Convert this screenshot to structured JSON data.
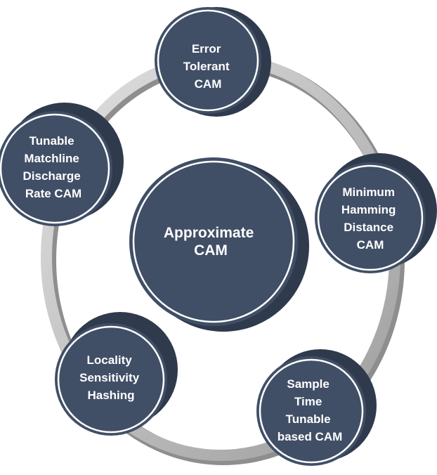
{
  "colors": {
    "node_fill": "#404f66",
    "node_shadow": "#2f3a4d",
    "node_ring": "#ffffff",
    "ring_light": "#d9d9d9",
    "ring_dark": "#9a9a9a",
    "text": "#ffffff"
  },
  "center": {
    "lines": [
      "Approximate",
      "CAM"
    ]
  },
  "nodes": [
    {
      "id": "error-tolerant-cam",
      "lines": [
        "Error",
        "Tolerant",
        "CAM"
      ]
    },
    {
      "id": "minimum-hamming-distance-cam",
      "lines": [
        "Minimum",
        "Hamming",
        "Distance",
        "CAM"
      ]
    },
    {
      "id": "sample-time-tunable-cam",
      "lines": [
        "Sample",
        "Time",
        "Tunable",
        "based CAM"
      ]
    },
    {
      "id": "locality-sensitivity-hashing",
      "lines": [
        "Locality",
        "Sensitivity",
        "Hashing"
      ]
    },
    {
      "id": "tunable-matchline-discharge-rate-cam",
      "lines": [
        "Tunable",
        "Matchline",
        "Discharge",
        "Rate CAM"
      ]
    }
  ]
}
